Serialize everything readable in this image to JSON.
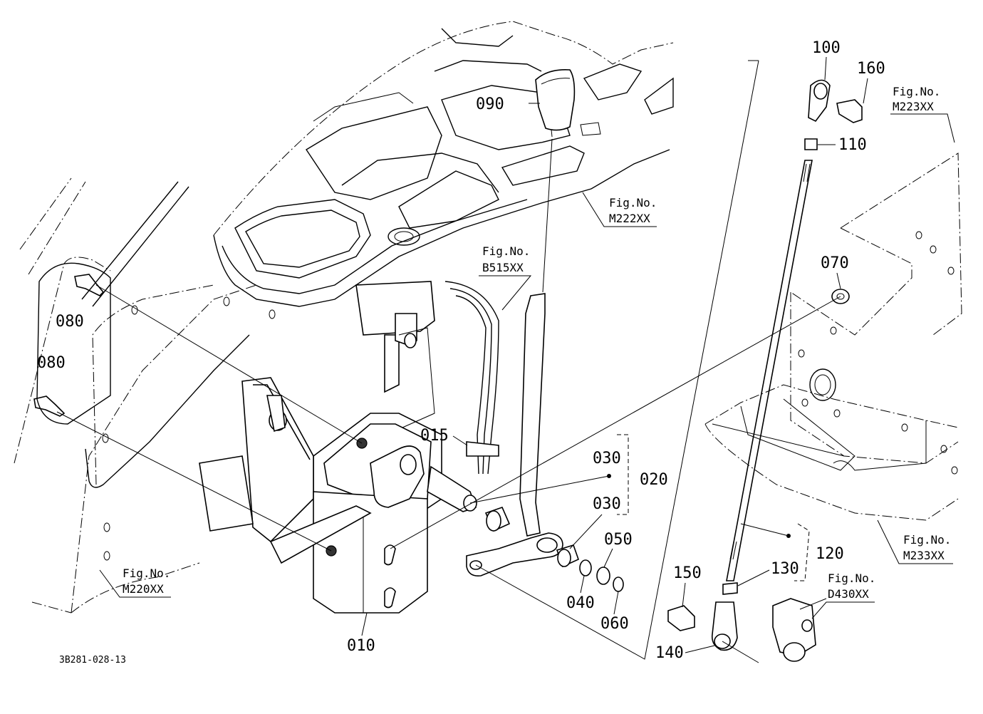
{
  "part_labels": {
    "p090": "090",
    "p100": "100",
    "p160": "160",
    "p110": "110",
    "p070": "070",
    "p080a": "080",
    "p080b": "080",
    "p015": "015",
    "p030a": "030",
    "p020": "020",
    "p030b": "030",
    "p050": "050",
    "p040": "040",
    "p060": "060",
    "p010": "010",
    "p120": "120",
    "p130": "130",
    "p150": "150",
    "p140": "140"
  },
  "fig_refs": {
    "m223": {
      "head": "Fig.No.",
      "code": "M223XX"
    },
    "m222": {
      "head": "Fig.No.",
      "code": "M222XX"
    },
    "b515": {
      "head": "Fig.No.",
      "code": "B515XX"
    },
    "m233": {
      "head": "Fig.No.",
      "code": "M233XX"
    },
    "d430": {
      "head": "Fig.No.",
      "code": "D430XX"
    },
    "m220": {
      "head": "Fig.No.",
      "code": "M220XX"
    }
  },
  "diagram_code": "3B281-028-13"
}
